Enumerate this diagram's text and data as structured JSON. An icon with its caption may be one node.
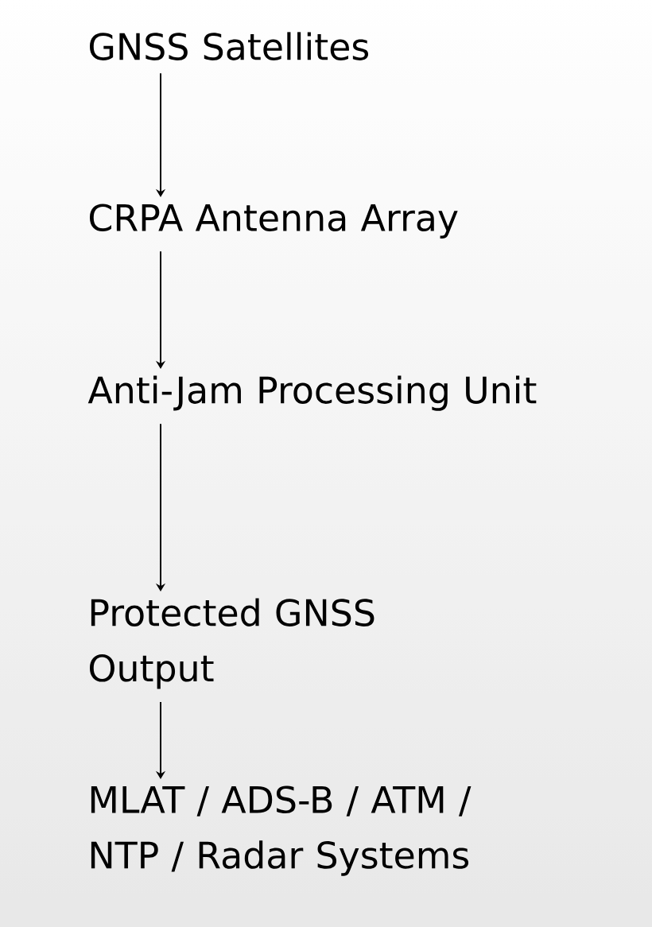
{
  "diagram": {
    "nodes": [
      {
        "text": [
          "GNSS Satellites"
        ]
      },
      {
        "text": [
          "CRPA Antenna Array"
        ]
      },
      {
        "text": [
          "Anti-Jam Processing Unit"
        ]
      },
      {
        "text": [
          "Protected GNSS Output"
        ]
      },
      {
        "text": [
          "MLAT / ADS-B / ATM / NTP / Radar Systems"
        ]
      }
    ],
    "edges": [
      {
        "from": 0,
        "to": 1,
        "arrow": "to"
      },
      {
        "from": 1,
        "to": 2,
        "arrow": "to"
      },
      {
        "from": 2,
        "to": 3,
        "arrow": "to"
      },
      {
        "from": 3,
        "to": 4,
        "arrow": "to"
      }
    ]
  }
}
